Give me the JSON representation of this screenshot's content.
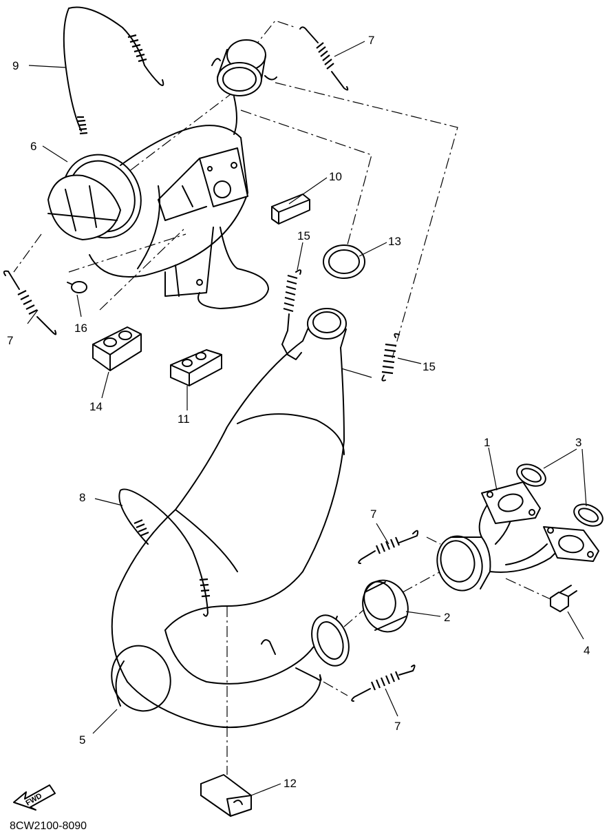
{
  "diagram_code": "8CW2100-8090",
  "fwd_label": "FWD",
  "callouts": [
    {
      "id": "c1",
      "text": "1"
    },
    {
      "id": "c2",
      "text": "2"
    },
    {
      "id": "c3",
      "text": "3"
    },
    {
      "id": "c4",
      "text": "4"
    },
    {
      "id": "c5",
      "text": "5"
    },
    {
      "id": "c6",
      "text": "6"
    },
    {
      "id": "c7a",
      "text": "7"
    },
    {
      "id": "c7b",
      "text": "7"
    },
    {
      "id": "c7c",
      "text": "7"
    },
    {
      "id": "c7d",
      "text": "7"
    },
    {
      "id": "c8",
      "text": "8"
    },
    {
      "id": "c9",
      "text": "9"
    },
    {
      "id": "c10",
      "text": "10"
    },
    {
      "id": "c11",
      "text": "11"
    },
    {
      "id": "c12",
      "text": "12"
    },
    {
      "id": "c13",
      "text": "13"
    },
    {
      "id": "c14",
      "text": "14"
    },
    {
      "id": "c15a",
      "text": "15"
    },
    {
      "id": "c15b",
      "text": "15"
    },
    {
      "id": "c16",
      "text": "16"
    }
  ]
}
